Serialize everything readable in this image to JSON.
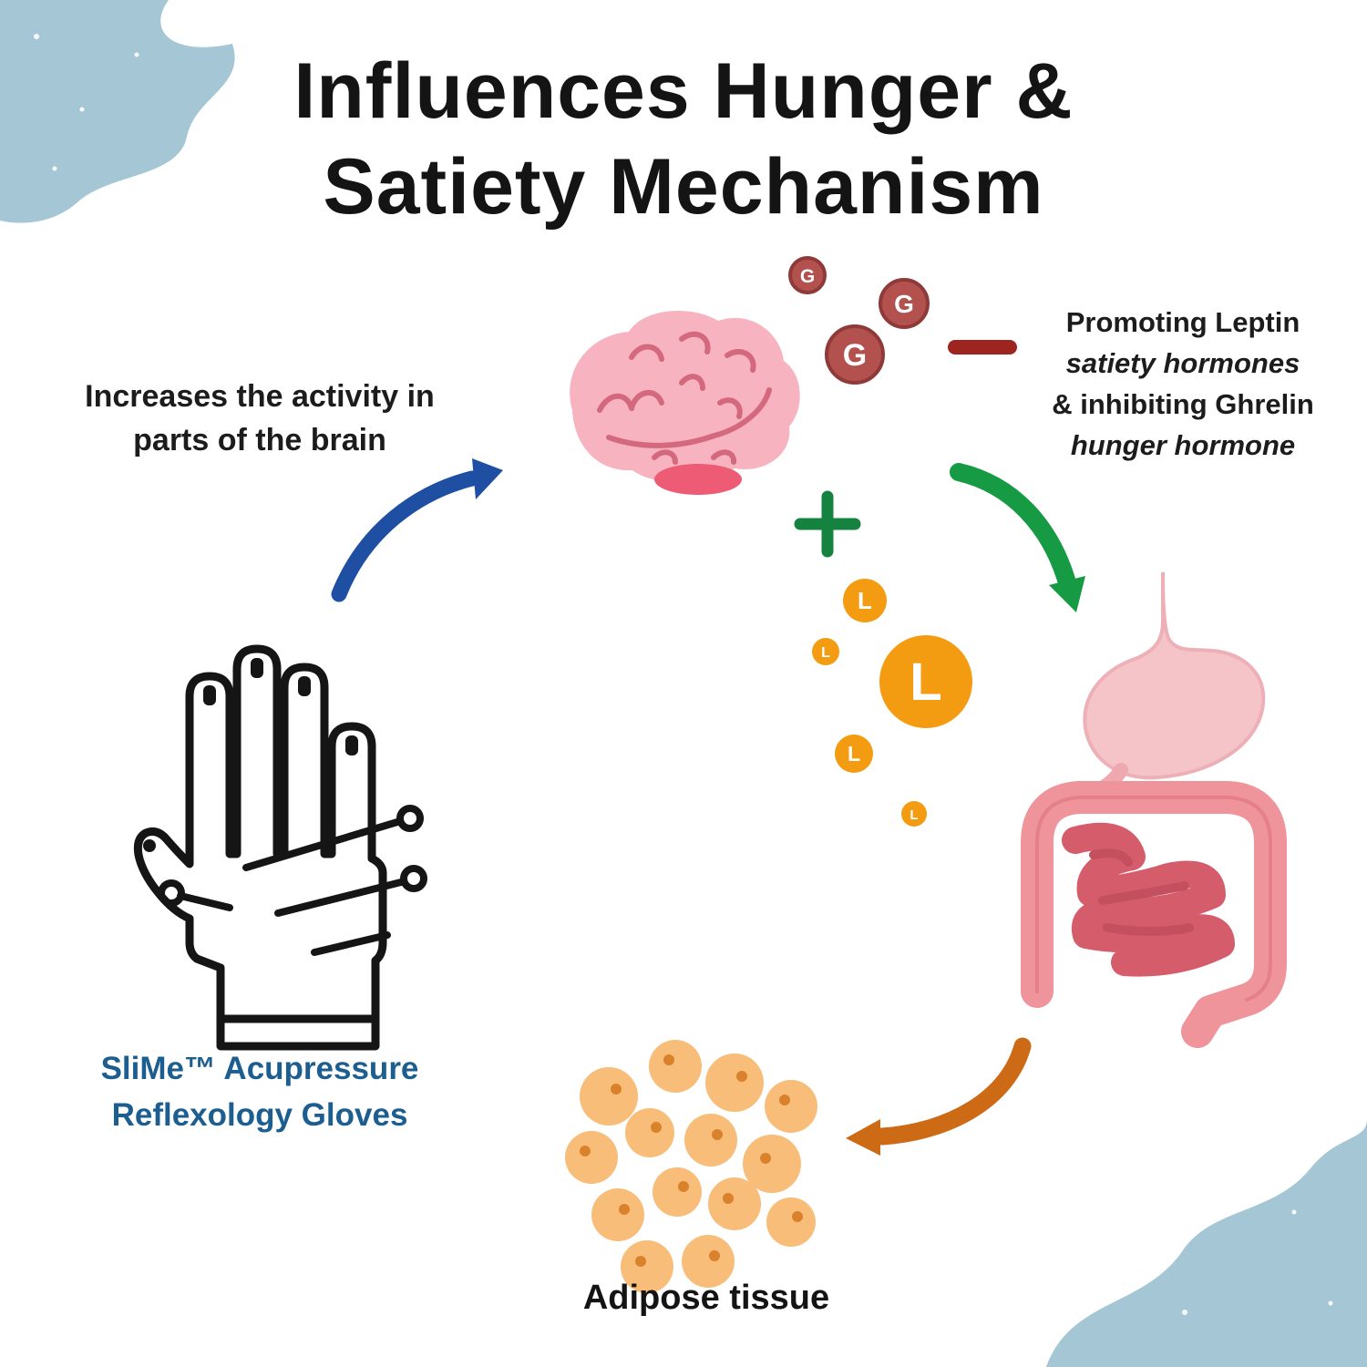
{
  "title": {
    "line1": "Influences Hunger &",
    "line2": "Satiety Mechanism"
  },
  "notes": {
    "brain_line1": "Increases the activity in",
    "brain_line2": "parts of the brain",
    "hormone_line1": "Promoting Leptin",
    "hormone_line2": "satiety hormones",
    "hormone_line3": "& inhibiting Ghrelin",
    "hormone_line4": "hunger hormone"
  },
  "captions": {
    "glove_line1": "SliMe™ Acupressure",
    "glove_line2": "Reflexology Gloves",
    "adipose": "Adipose tissue"
  },
  "hormones": {
    "ghrelin_letter": "G",
    "leptin_letter": "L",
    "ghrelin_action": "minus",
    "leptin_action": "plus"
  },
  "icons": {
    "brain": "brain-icon",
    "digestive_system": "digestive-system-icon",
    "acupressure_glove": "glove-icon",
    "adipose_tissue": "adipose-tissue-icon",
    "plus": "plus-icon",
    "minus": "minus-icon",
    "arrow_glove_to_brain": "curved-arrow-blue-icon",
    "arrow_hormones_to_gut": "curved-arrow-green-icon",
    "arrow_gut_to_adipose": "curved-arrow-orange-icon"
  },
  "colors": {
    "corner_blob": "#a5c6d5",
    "title_text": "#141414",
    "body_text": "#1c1c1c",
    "glove_caption_blue": "#1b5e8f",
    "brain_pink": "#f7b3c0",
    "brain_lines": "#d4697e",
    "brain_stem": "#ee5b74",
    "ghrelin_red": "#b2514d",
    "minus_red": "#9e2420",
    "plus_green": "#15833f",
    "leptin_orange": "#f39c12",
    "arrow_blue": "#1e4fa3",
    "arrow_green": "#169a43",
    "arrow_orange": "#cc6a16",
    "intestine_pink": "#ef949b",
    "intestine_dark": "#d55c6b",
    "stomach_pink": "#f5c4c9",
    "adipose_fill": "#f7bd79",
    "adipose_dot": "#d9822b",
    "glove_ink": "#151515"
  }
}
